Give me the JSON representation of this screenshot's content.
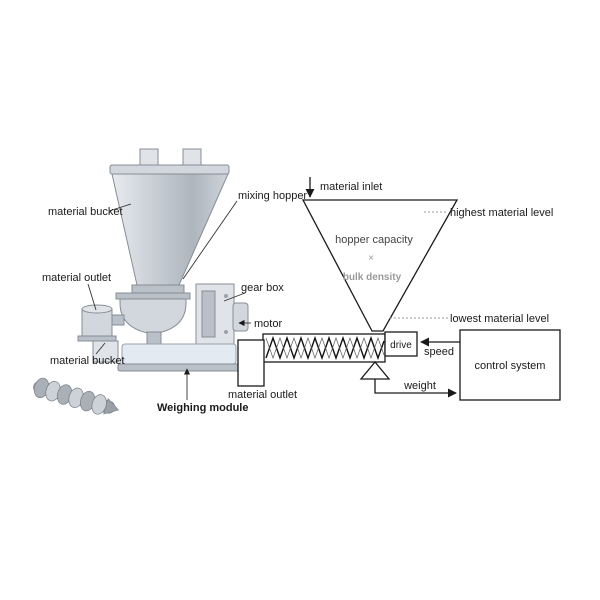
{
  "machine": {
    "labels": {
      "material_bucket_top": "material bucket",
      "mixing_hopper": "mixing hopper",
      "material_outlet": "material outlet",
      "gear_box": "gear box",
      "motor": "motor",
      "material_bucket_bottom": "material bucket",
      "weighing_module": "Weighing module"
    }
  },
  "schematic": {
    "labels": {
      "material_inlet": "material inlet",
      "highest_material_level": "highest material level",
      "hopper_capacity": "hopper capacity",
      "multiply": "×",
      "bulk_density": "bulk density",
      "lowest_material_level": "lowest material level",
      "material_outlet": "material outlet",
      "drive": "drive",
      "speed": "speed",
      "weight": "weight",
      "control_system": "control system"
    }
  },
  "colors": {
    "line": "#1a1a1a",
    "muted_text": "#9a9a9a",
    "machine_fill": "#d2d7dd",
    "machine_outline": "#878d95",
    "background": "#ffffff"
  }
}
